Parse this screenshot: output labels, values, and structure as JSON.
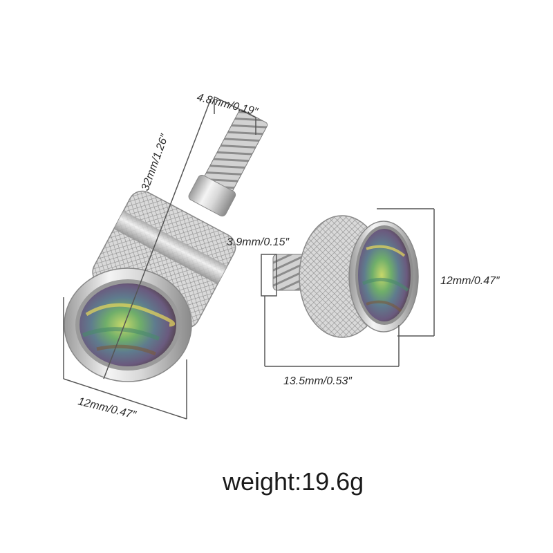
{
  "product": {
    "dimensions": {
      "thread_diameter": "4.8mm/0.19″",
      "total_length": "32mm/1.26″",
      "head_diameter_left": "12mm/0.47″",
      "thread_length": "3.9mm/0.15″",
      "head_diameter_right": "12mm/0.47″",
      "overall_length": "13.5mm/0.53″"
    },
    "weight_label": "weight:19.6g"
  },
  "colors": {
    "metal_light": "#f2f2f2",
    "metal_mid": "#c9c9c9",
    "metal_dark": "#8d8d8d",
    "dimension_line": "#555555",
    "abalone_green": "#7fbf6a",
    "abalone_purple": "#6a5a8a",
    "abalone_brown": "#6b4f3a"
  }
}
